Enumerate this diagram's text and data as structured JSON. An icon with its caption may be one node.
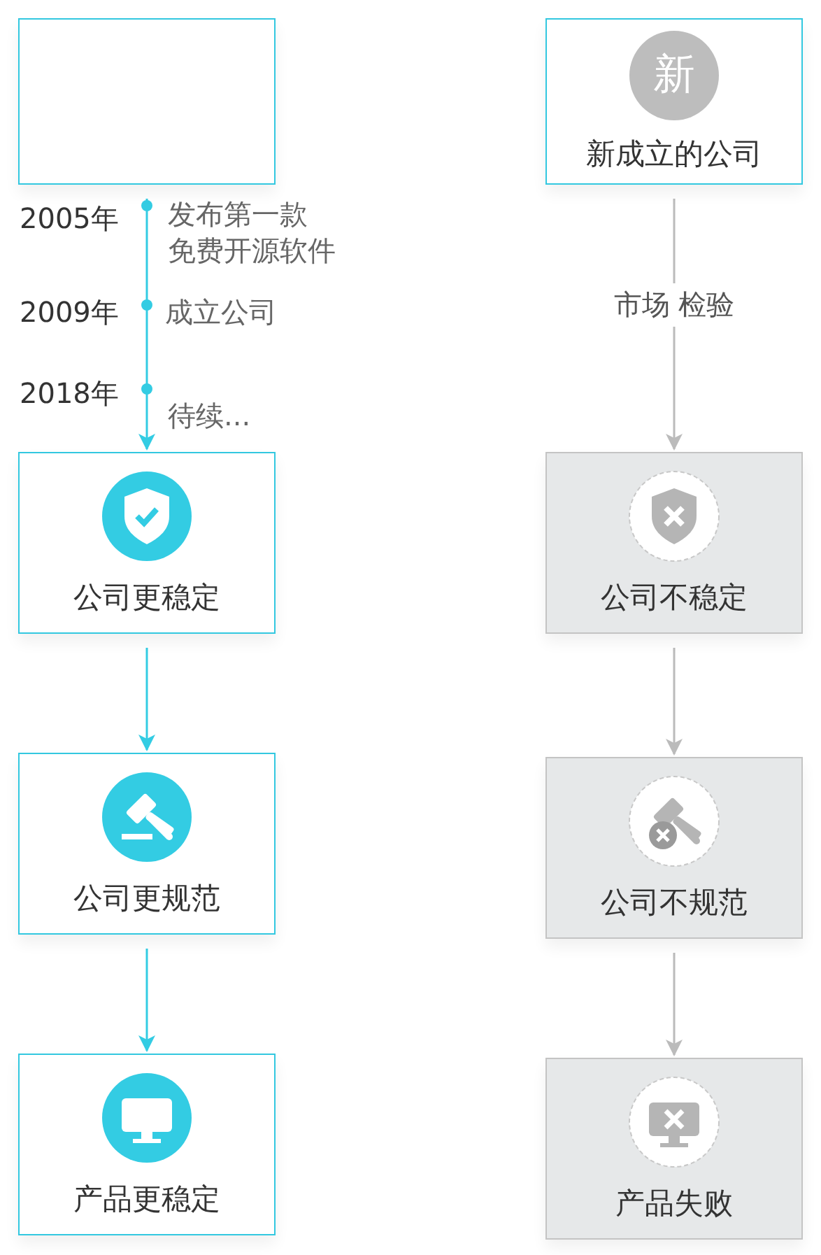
{
  "diagram": {
    "nodes": [
      {
        "text": [],
        "shape": "box"
      },
      {
        "text": [
          "公司更稳定"
        ]
      },
      {
        "text": [
          "公司更规范"
        ]
      },
      {
        "text": [
          "产品更稳定"
        ]
      },
      {
        "text": [
          "新",
          "新成立的公司"
        ]
      },
      {
        "text": [
          "公司不稳定"
        ]
      },
      {
        "text": [
          "公司不规范"
        ]
      },
      {
        "text": [
          "产品失败"
        ]
      }
    ],
    "edges": [
      {
        "from": 0,
        "to": 1,
        "arrow": "to",
        "color": "#33cce3"
      },
      {
        "from": 1,
        "to": 2,
        "arrow": "to",
        "color": "#33cce3"
      },
      {
        "from": 2,
        "to": 3,
        "arrow": "to",
        "color": "#33cce3"
      },
      {
        "from": 4,
        "to": 5,
        "arrow": "to",
        "label": "市场 检验",
        "color": "#bbbbbb"
      },
      {
        "from": 5,
        "to": 6,
        "arrow": "to",
        "color": "#bbbbbb"
      },
      {
        "from": 6,
        "to": 7,
        "arrow": "to",
        "color": "#bbbbbb"
      }
    ],
    "labels": [
      "2005年",
      "发布第一款免费开源软件",
      "2009年",
      "成立公司",
      "2018年",
      "待续..."
    ]
  }
}
